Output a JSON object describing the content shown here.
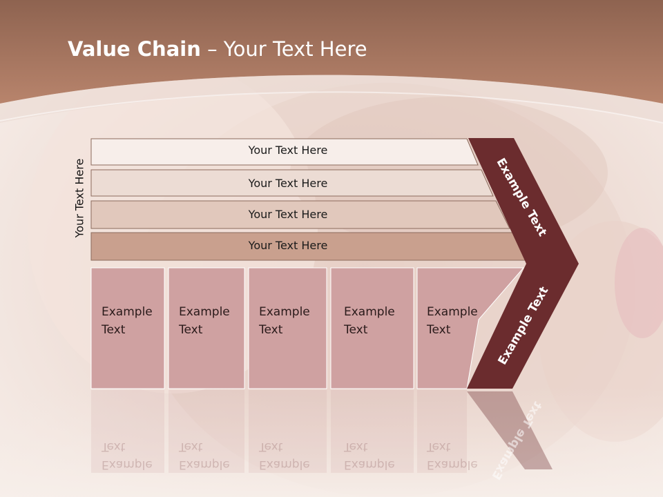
{
  "slide": {
    "title_bold": "Value Chain",
    "title_rest": " – Your Text Here",
    "side_label": "Your Text Here",
    "rows": [
      "Your Text Here",
      "Your Text Here",
      "Your Text Here",
      "Your Text Here"
    ],
    "boxes": [
      {
        "line1": "Example",
        "line2": "Text"
      },
      {
        "line1": "Example",
        "line2": "Text"
      },
      {
        "line1": "Example",
        "line2": "Text"
      },
      {
        "line1": "Example",
        "line2": "Text"
      },
      {
        "line1": "Example",
        "line2": "Text"
      }
    ],
    "chevron_top": "Example Text",
    "chevron_bottom": "Example Text"
  },
  "colors": {
    "header_brown": "#a9765f",
    "row1": "#f7eeea",
    "row2": "#ecdcd4",
    "row3": "#e1c8bc",
    "row4": "#c9a08e",
    "box": "#cfa1a1",
    "chevron": "#6b2c2e"
  }
}
